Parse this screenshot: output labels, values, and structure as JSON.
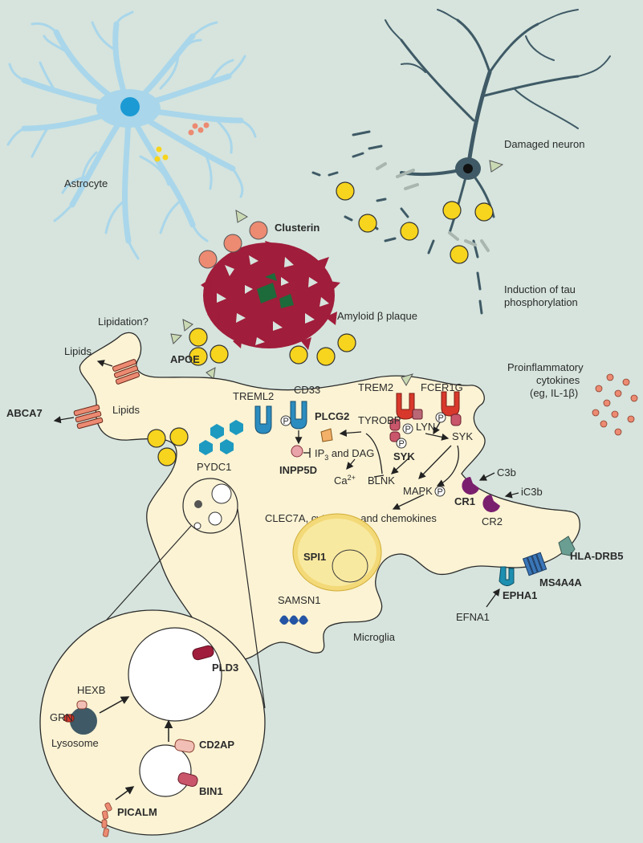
{
  "labels": {
    "astrocyte": "Astrocyte",
    "damaged_neuron": "Damaged neuron",
    "clusterin": "Clusterin",
    "tau_line1": "Induction of tau",
    "tau_line2": "phosphorylation",
    "amyloid": "Amyloid β plaque",
    "lipidation": "Lipidation?",
    "lipids_top": "Lipids",
    "lipids_mid": "Lipids",
    "apoe": "APOE",
    "abca7": "ABCA7",
    "treml2": "TREML2",
    "cd33": "CD33",
    "trem2": "TREM2",
    "fcer1g": "FCER1G",
    "tyrobp": "TYROBP",
    "lyn": "LYN",
    "plcg2": "PLCG2",
    "syk_bold": "SYK",
    "syk": "SYK",
    "blnk": "BLNK",
    "ip3": "IP",
    "ip3_sub": "3",
    "ip3_rest": " and DAG",
    "ca": "Ca",
    "ca_sup": "2+",
    "inpp5d": "INPP5D",
    "pydc1": "PYDC1",
    "mapk": "MAPK",
    "clec7a": "CLEC7A, cytokines, and chemokines",
    "spi1": "SPI1",
    "samsn1": "SAMSN1",
    "microglia": "Microglia",
    "cytokines_1": "Proinflammatory",
    "cytokines_2": "cytokines",
    "cytokines_3": "(eg, IL-1β)",
    "c3b": "C3b",
    "ic3b": "iC3b",
    "cr1": "CR1",
    "cr2": "CR2",
    "hla": "HLA-DRB5",
    "ms4a4a": "MS4A4A",
    "epha1": "EPHA1",
    "efna1": "EFNA1",
    "pld3": "PLD3",
    "hexb": "HEXB",
    "grn": "GRN",
    "lysosome": "Lysosome",
    "cd2ap": "CD2AP",
    "bin1": "BIN1",
    "picalm": "PICALM",
    "p": "P"
  },
  "colors": {
    "background": "#d6e4dd",
    "cell": "#fbf3d4",
    "astrocyte": "#a9d6ea",
    "neuron": "#3f5a66",
    "amyloid": "#a01d3b",
    "amyloid_core": "#1d6b3a",
    "yellow_ball": "#f7d41d",
    "salmon": "#ec8a72",
    "blue_receptor": "#2b8cbf",
    "red_receptor": "#d8382b",
    "purple": "#7a1f6e",
    "teal": "#1d8fb0",
    "dark_blue": "#2454a3"
  }
}
